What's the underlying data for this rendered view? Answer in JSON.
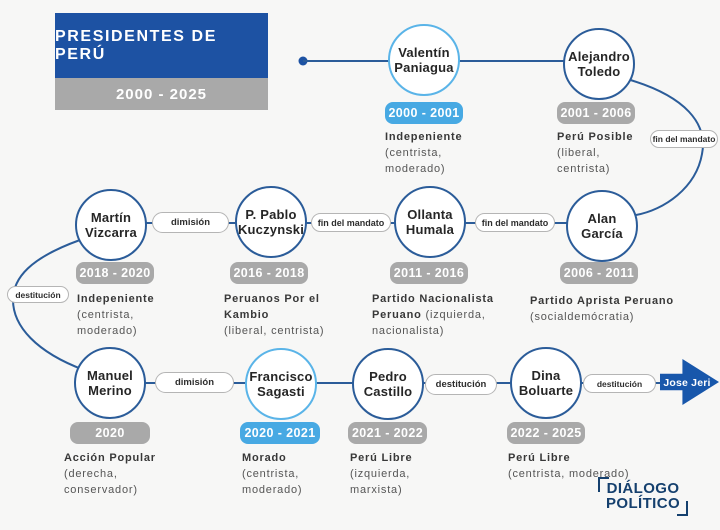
{
  "title": {
    "heading": "PRESIDENTES DE PERÚ",
    "range": "2000 - 2025"
  },
  "presidents": [
    {
      "name": "Valentín\nPaniagua",
      "years": "2000 - 2001",
      "party": "Indepeniente",
      "detail": "(centrista,\nmoderado)",
      "theme": "light"
    },
    {
      "name": "Alejandro\nToledo",
      "years": "2001 - 2006",
      "party": "Perú Posible",
      "detail": "(liberal,\ncentrista)",
      "theme": "dark"
    },
    {
      "name": "Martín\nVizcarra",
      "years": "2018 - 2020",
      "party": "Indepeniente",
      "detail": "(centrista,\nmoderado)",
      "theme": "dark"
    },
    {
      "name": "P. Pablo\nKuczynski",
      "years": "2016 - 2018",
      "party": "Peruanos Por el\nKambio",
      "detail": "(liberal, centrista)",
      "theme": "dark"
    },
    {
      "name": "Ollanta\nHumala",
      "years": "2011 - 2016",
      "party": "Partido Nacionalista\nPeruano",
      "detail_inline": "(izquierda,",
      "detail": "nacionalista)",
      "theme": "dark"
    },
    {
      "name": "Alan\nGarcía",
      "years": "2006 - 2011",
      "party": "Partido Aprista Peruano",
      "detail": "(socialdemócratia)",
      "theme": "dark"
    },
    {
      "name": "Manuel\nMerino",
      "years": "2020",
      "party": "Acción Popular",
      "detail": "(derecha,\nconservador)",
      "theme": "dark"
    },
    {
      "name": "Francisco\nSagasti",
      "years": "2020 - 2021",
      "party": "Morado",
      "detail": "(centrista,\nmoderado)",
      "theme": "light"
    },
    {
      "name": "Pedro\nCastillo",
      "years": "2021 - 2022",
      "party": "Perú Libre",
      "detail": "(izquierda,\nmarxista)",
      "theme": "dark"
    },
    {
      "name": "Dina\nBoluarte",
      "years": "2022 - 2025",
      "party": "Perú Libre",
      "detail": "(centrista, moderado)",
      "theme": "dark"
    }
  ],
  "connectors": {
    "vizcarra_kuczynski": "dimisión",
    "kuczynski_humala": "fin del mandato",
    "humala_garcia": "fin del mandato",
    "toledo_garcia": "fin del mandato",
    "vizcarra_merino": "destitución",
    "merino_sagasti": "dimisión",
    "castillo_boluarte": "destitución",
    "boluarte_jeri": "destitución"
  },
  "successor": {
    "label": "Jose Jeri"
  },
  "logo": {
    "line1": "DIÁLOGO",
    "line2": "POLÍTICO"
  },
  "colors": {
    "title_blue": "#1d52a3",
    "badge_gray": "#a9a9a9",
    "badge_light_blue": "#47a9e3",
    "line_blue": "#2b5c99",
    "circle_light_blue": "#5ab4e8",
    "arrow_blue": "#1857ab",
    "logo_blue": "#15406e"
  }
}
